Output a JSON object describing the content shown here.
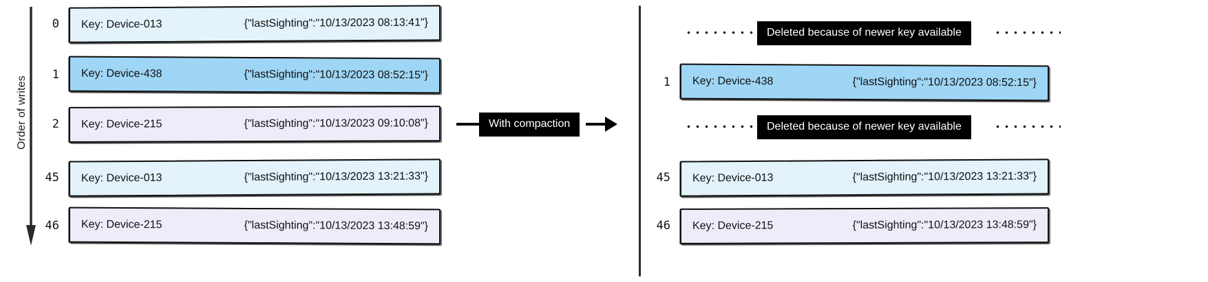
{
  "diagram": {
    "axis": {
      "label": "Order of writes"
    },
    "transform": {
      "label": "With compaction"
    },
    "deleted_note": "Deleted because of newer key available",
    "colors": {
      "light_blue": "#e3f2fb",
      "blue": "#9fd6f5",
      "lavender": "#efecfa",
      "ink": "#111111",
      "chip_bg": "#000000",
      "chip_fg": "#ffffff"
    },
    "left_panel": {
      "rows": [
        {
          "index": "0",
          "key": "Key: Device-013",
          "value": "{\"lastSighting\":\"10/13/2023 08:13:41\"}",
          "fill": "light_blue"
        },
        {
          "index": "1",
          "key": "Key: Device-438",
          "value": "{\"lastSighting\":\"10/13/2023 08:52:15\"}",
          "fill": "blue"
        },
        {
          "index": "2",
          "key": "Key: Device-215",
          "value": "{\"lastSighting\":\"10/13/2023 09:10:08\"}",
          "fill": "lavender"
        },
        {
          "index": "45",
          "key": "Key: Device-013",
          "value": "{\"lastSighting\":\"10/13/2023 13:21:33\"}",
          "fill": "light_blue"
        },
        {
          "index": "46",
          "key": "Key: Device-215",
          "value": "{\"lastSighting\":\"10/13/2023 13:48:59\"}",
          "fill": "lavender"
        }
      ]
    },
    "right_panel": {
      "rows": [
        {
          "type": "deleted",
          "note": "Deleted because of newer key available"
        },
        {
          "type": "record",
          "index": "1",
          "key": "Key: Device-438",
          "value": "{\"lastSighting\":\"10/13/2023 08:52:15\"}",
          "fill": "blue"
        },
        {
          "type": "deleted",
          "note": "Deleted because of newer key available"
        },
        {
          "type": "record",
          "index": "45",
          "key": "Key: Device-013",
          "value": "{\"lastSighting\":\"10/13/2023 13:21:33\"}",
          "fill": "light_blue"
        },
        {
          "type": "record",
          "index": "46",
          "key": "Key: Device-215",
          "value": "{\"lastSighting\":\"10/13/2023 13:48:59\"}",
          "fill": "lavender"
        }
      ]
    }
  }
}
